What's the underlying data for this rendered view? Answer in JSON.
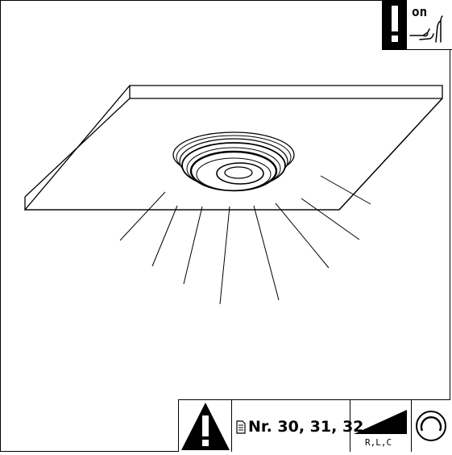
{
  "badge": {
    "on_label": "on",
    "icons": [
      "exclamation-icon",
      "hand-press-icon"
    ]
  },
  "footer": {
    "warning_icon": "warning-triangle-icon",
    "reference_label": "Nr. 30, 31, 32",
    "reference_icon": "document-icon",
    "ramp_icon": "ramp-icon",
    "ramp_label": "R,L,C",
    "rotary_icon": "rotary-dial-icon"
  },
  "colors": {
    "ink": "#000000",
    "paper": "#ffffff"
  }
}
